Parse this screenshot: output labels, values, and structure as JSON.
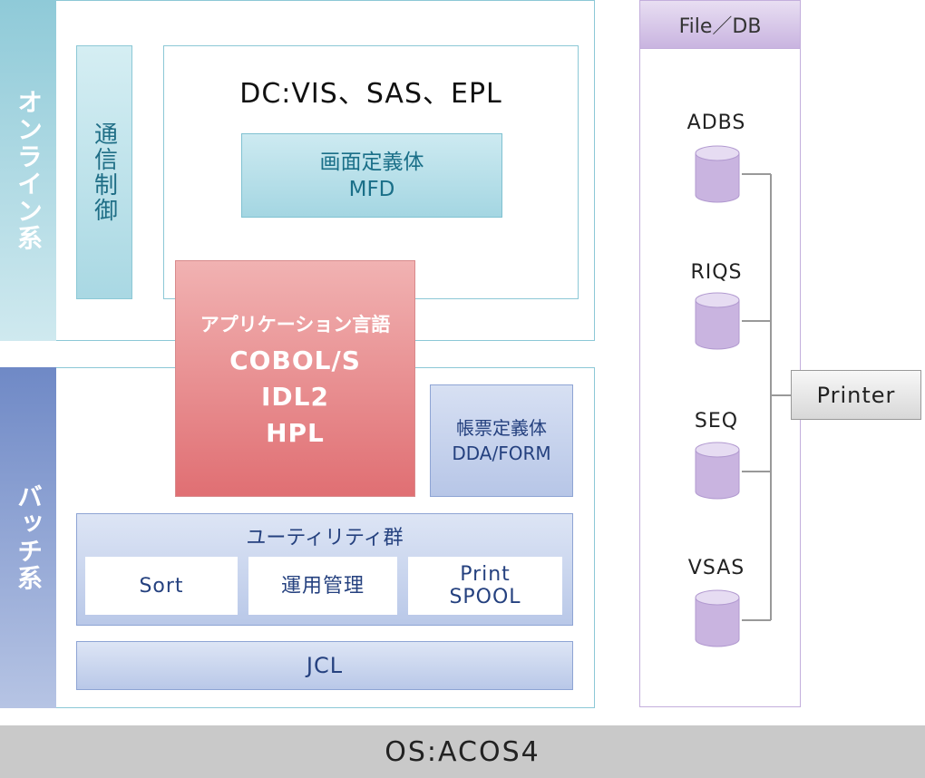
{
  "online": {
    "band_label": "オンライン系",
    "comm_control": "通信制御",
    "dc_label": "DC:VIS、SAS、EPL",
    "screen_def": {
      "line1": "画面定義体",
      "line2": "MFD"
    }
  },
  "application": {
    "title": "アプリケーション言語",
    "languages": [
      "COBOL/S",
      "IDL2",
      "HPL"
    ]
  },
  "batch": {
    "band_label": "バッチ系",
    "form_def": {
      "line1": "帳票定義体",
      "line2": "DDA/FORM"
    },
    "utility": {
      "title": "ユーティリティ群",
      "sort": "Sort",
      "ops": "運用管理",
      "spool_line1": "Print",
      "spool_line2": "SPOOL"
    },
    "jcl": "JCL"
  },
  "filedb": {
    "header": "File／DB",
    "items": [
      "ADBS",
      "RIQS",
      "SEQ",
      "VSAS"
    ]
  },
  "printer": "Printer",
  "os": "OS:ACOS4",
  "colors": {
    "online_band": "#8fcad8",
    "batch_band": "#6f89c6",
    "application": "#e06f73",
    "database": "#c9b4e0",
    "os_bar": "#c9c9c9"
  }
}
